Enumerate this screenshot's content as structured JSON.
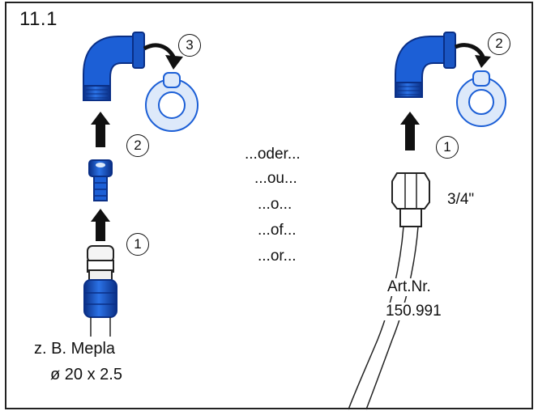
{
  "figure_number": "11.1",
  "left_assembly": {
    "steps": [
      "1",
      "2",
      "3"
    ],
    "caption_line1": "z. B. Mepla",
    "caption_line2": "ø 20 x 2.5"
  },
  "alternatives": [
    "...oder...",
    "...ou...",
    "...o...",
    "...of...",
    "...or..."
  ],
  "right_assembly": {
    "steps": [
      "1",
      "2"
    ],
    "thread_size": "3/4\"",
    "article_label": "Art.Nr.",
    "article_number": "150.991"
  },
  "colors": {
    "fitting_blue": "#1c5fd6",
    "fitting_blue_dark": "#0a2f86",
    "cap_light_blue": "#dde9fa",
    "arrow_black": "#111111",
    "frame": "#222222"
  }
}
